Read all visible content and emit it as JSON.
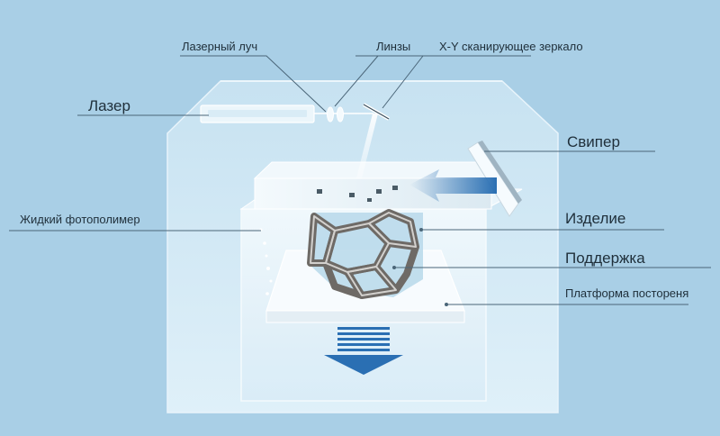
{
  "labels": {
    "laser_beam": "Лазерный луч",
    "lenses": "Линзы",
    "xy_mirror": "X-Y сканирующее зеркало",
    "laser": "Лазер",
    "sweeper": "Свипер",
    "liquid_photopolymer": "Жидкий фотополимер",
    "part": "Изделие",
    "support": "Поддержка",
    "build_platform": "Платформа постореня"
  },
  "colors": {
    "background": "#a9cfe6",
    "housing": "#d6ecf7",
    "resin": "#e6f3fa",
    "arrow": "#2a6fb3",
    "leader_line": "#4a6578",
    "text": "#1f2f3a"
  }
}
